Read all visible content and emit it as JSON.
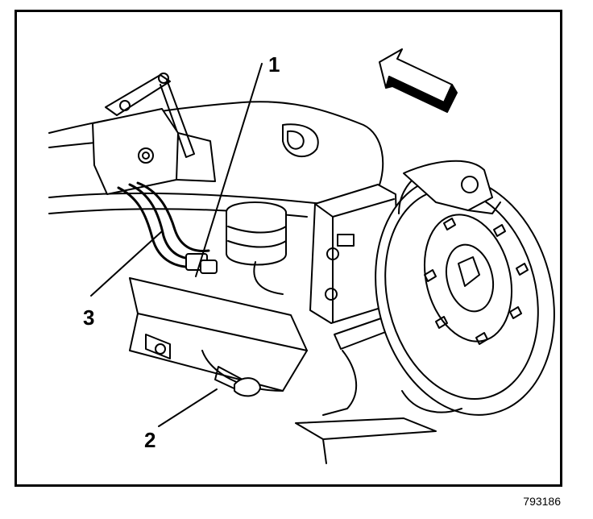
{
  "callouts": {
    "one": "1",
    "two": "2",
    "three": "3"
  },
  "figure_number": "793186"
}
